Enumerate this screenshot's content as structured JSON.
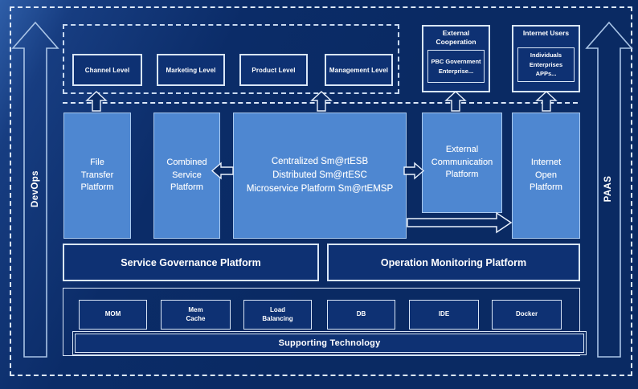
{
  "side_rails": {
    "devops": "DevOps",
    "paas": "PAAS"
  },
  "top": {
    "levels": [
      "Channel Level",
      "Marketing Level",
      "Product Level",
      "Management Level"
    ],
    "external_cooperation": {
      "title": "External\nCooperation",
      "inner": "PBC Government\nEnterprise..."
    },
    "internet_users": {
      "title": "Internet Users",
      "inner": "Individuals\nEnterprises\nAPPs..."
    }
  },
  "platforms": {
    "file_transfer": "File\nTransfer\nPlatform",
    "combined_service": "Combined\nService\nPlatform",
    "esb_core": "Centralized Sm@rtESB\nDistributed Sm@rtESC\nMicroservice Platform Sm@rtEMSP",
    "external_communication": "External\nCommunication\nPlatform",
    "internet_open": "Internet\nOpen\nPlatform"
  },
  "governance": {
    "service": "Service Governance Platform",
    "monitoring": "Operation Monitoring Platform"
  },
  "supporting": {
    "technologies": [
      "MOM",
      "Mem\nCache",
      "Load\nBalancing",
      "DB",
      "IDE",
      "Docker"
    ],
    "bar": "Supporting Technology"
  },
  "colors": {
    "background": "#0a2a63",
    "background_highlight": "#2e5ea8",
    "light_box_fill": "#4e87d1",
    "light_box_border": "#a9c9ee",
    "dark_box_fill": "#0e3173",
    "line_white": "#d9e6f7",
    "text": "#ffffff"
  }
}
